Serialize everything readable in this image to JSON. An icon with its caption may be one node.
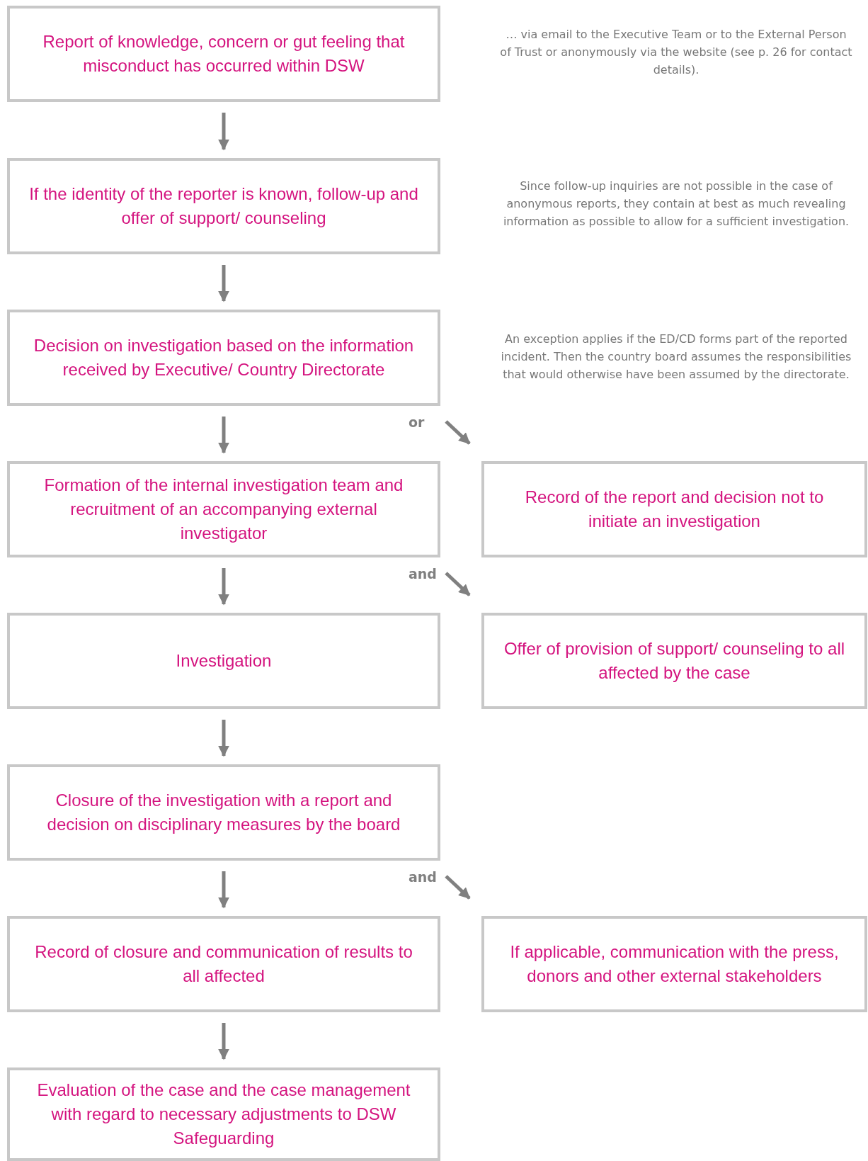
{
  "diagram": {
    "nodes": [
      {
        "text": [
          "Report of knowledge, concern or gut feeling that misconduct has occurred within DSW"
        ]
      },
      {
        "text": [
          "If the identity of the reporter is known, follow-up and offer of support/ counseling"
        ]
      },
      {
        "text": [
          "Decision on investigation based on the information received by Executive/ Country Directorate"
        ]
      },
      {
        "text": [
          "Formation of the internal investigation team and recruitment of an accompanying external investigator"
        ]
      },
      {
        "text": [
          "Record of the report and decision not to initiate an investigation"
        ]
      },
      {
        "text": [
          "Investigation"
        ]
      },
      {
        "text": [
          "Offer of provision of support/ counseling to all affected by the case"
        ]
      },
      {
        "text": [
          "Closure of the investigation with a report and decision on disciplinary measures by the board"
        ]
      },
      {
        "text": [
          "Record of closure and communication of results to all affected"
        ]
      },
      {
        "text": [
          "If applicable, communication with the press, donors and other external stakeholders"
        ]
      },
      {
        "text": [
          "Evaluation of the case and the case management with regard to necessary adjustments to DSW Safeguarding"
        ]
      }
    ],
    "edges": [
      {
        "from": 0,
        "to": 1,
        "arrow": "to"
      },
      {
        "from": 1,
        "to": 2,
        "arrow": "to"
      },
      {
        "from": 2,
        "to": 3,
        "arrow": "to"
      },
      {
        "from": 2,
        "to": 4,
        "arrow": "to",
        "label": "or"
      },
      {
        "from": 3,
        "to": 5,
        "arrow": "to"
      },
      {
        "from": 3,
        "to": 6,
        "arrow": "to",
        "label": "and"
      },
      {
        "from": 5,
        "to": 7,
        "arrow": "to"
      },
      {
        "from": 7,
        "to": 8,
        "arrow": "to"
      },
      {
        "from": 7,
        "to": 9,
        "arrow": "to",
        "label": "and"
      },
      {
        "from": 8,
        "to": 10,
        "arrow": "to"
      }
    ],
    "labels": [
      "… via email to the Executive Team or to the External Person of Trust or anonymously via the website (see p. 26 for contact details).",
      "Since follow-up inquiries are not possible in the case of anonymous reports, they contain at best as much revealing information as possible to allow for a sufficient investigation.",
      "An exception applies if the ED/CD forms part of the reported incident. Then the country board assumes the responsibilities that would otherwise have been assumed by the directorate."
    ]
  }
}
